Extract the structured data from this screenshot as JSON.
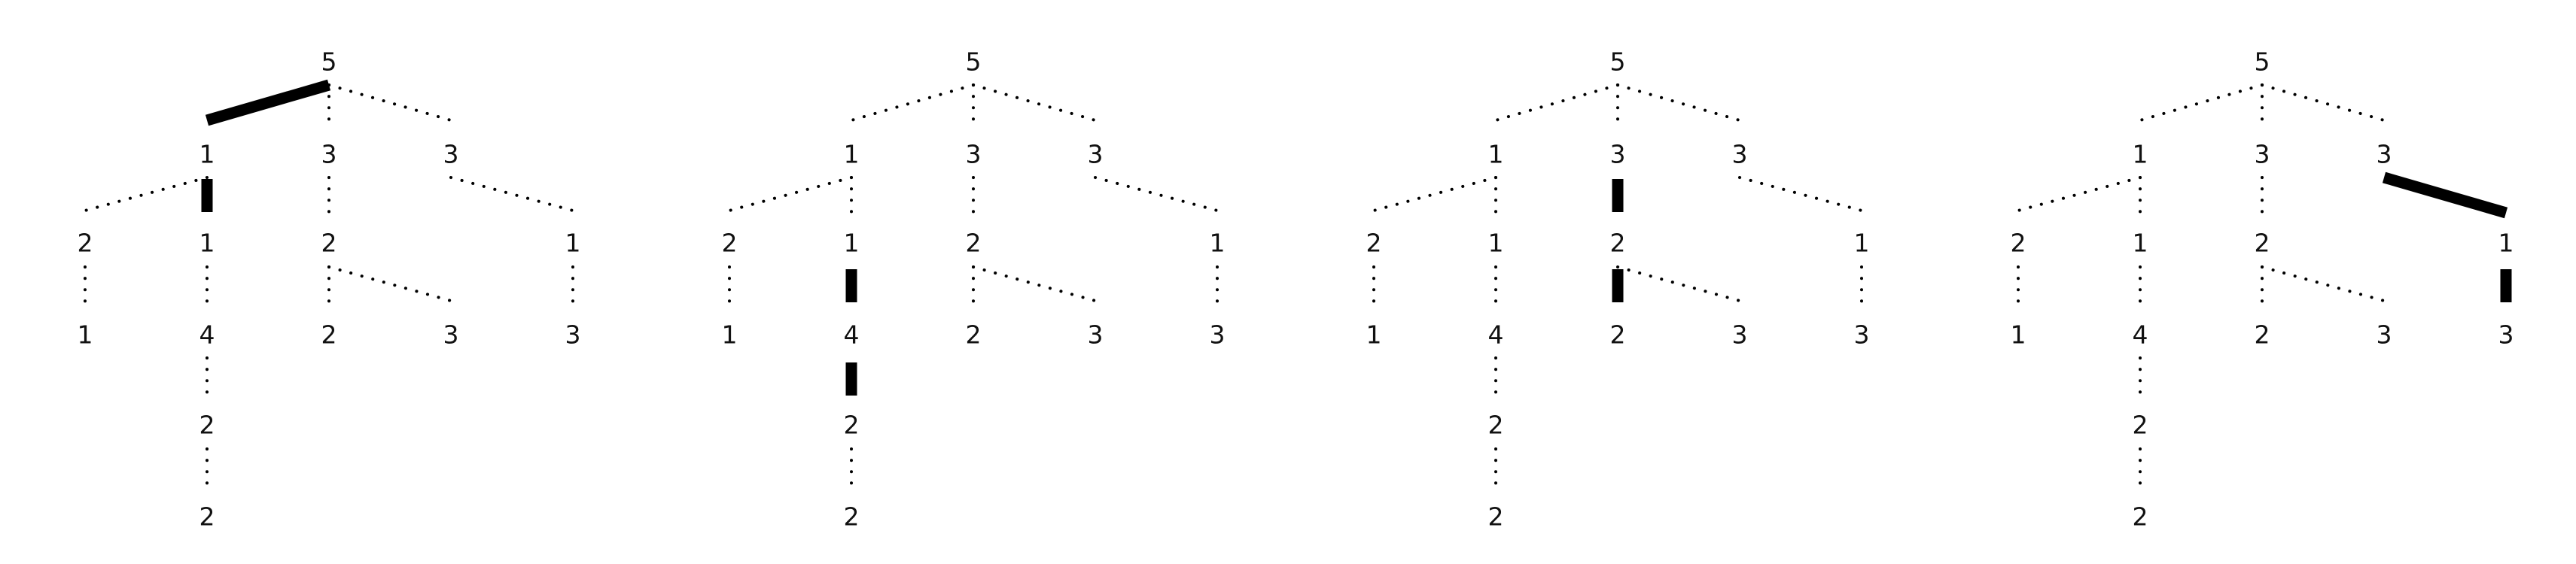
{
  "tree": {
    "nodes": [
      {
        "id": "n0",
        "label": "5",
        "parent": null
      },
      {
        "id": "n1",
        "label": "1",
        "parent": "n0"
      },
      {
        "id": "n2",
        "label": "3",
        "parent": "n0"
      },
      {
        "id": "n3",
        "label": "3",
        "parent": "n0"
      },
      {
        "id": "n4",
        "label": "2",
        "parent": "n1"
      },
      {
        "id": "n5",
        "label": "1",
        "parent": "n1"
      },
      {
        "id": "n6",
        "label": "2",
        "parent": "n2"
      },
      {
        "id": "n7",
        "label": "1",
        "parent": "n3"
      },
      {
        "id": "n8",
        "label": "1",
        "parent": "n4"
      },
      {
        "id": "n9",
        "label": "4",
        "parent": "n5"
      },
      {
        "id": "n10",
        "label": "2",
        "parent": "n6"
      },
      {
        "id": "n11",
        "label": "3",
        "parent": "n6"
      },
      {
        "id": "n12",
        "label": "3",
        "parent": "n7"
      },
      {
        "id": "n13",
        "label": "2",
        "parent": "n9"
      },
      {
        "id": "n14",
        "label": "2",
        "parent": "n13"
      }
    ]
  },
  "panels": [
    {
      "bold_edges": [
        "n1",
        "n5"
      ]
    },
    {
      "bold_edges": [
        "n9",
        "n13"
      ]
    },
    {
      "bold_edges": [
        "n6",
        "n10"
      ]
    },
    {
      "bold_edges": [
        "n7",
        "n12"
      ]
    }
  ]
}
